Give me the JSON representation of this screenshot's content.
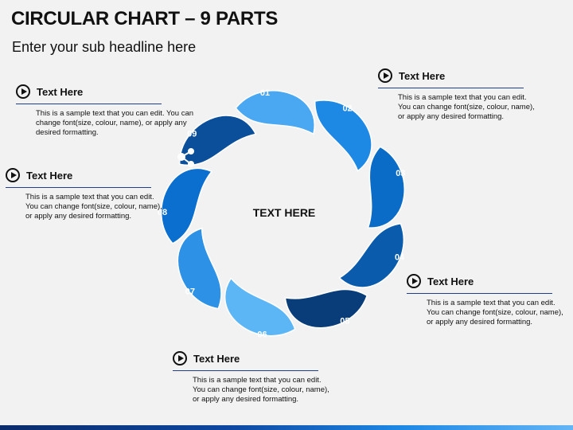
{
  "title": "CIRCULAR CHART – 9 PARTS",
  "subtitle": "Enter your sub headline here",
  "center_text": "TEXT HERE",
  "segments": [
    {
      "label": "01",
      "color": "#4aa8f2"
    },
    {
      "label": "02",
      "color": "#1e88e5"
    },
    {
      "label": "03",
      "color": "#0a6cc7"
    },
    {
      "label": "04",
      "color": "#0a5bab"
    },
    {
      "label": "05",
      "color": "#083d7a"
    },
    {
      "label": "06",
      "color": "#5cb6f5"
    },
    {
      "label": "07",
      "color": "#2d91e6"
    },
    {
      "label": "08",
      "color": "#0b6fcf"
    },
    {
      "label": "09",
      "color": "#0b4f9a"
    }
  ],
  "node_icon": "share-nodes-icon",
  "callouts": [
    {
      "heading": "Text Here",
      "body": "This is a sample text that you can edit. You can change font(size, colour, name), or apply any desired formatting.",
      "icon": "play-circle-icon"
    },
    {
      "heading": "Text Here",
      "body": "This is a sample text that you can edit. You can change font(size, colour, name), or apply any desired formatting.",
      "icon": "play-circle-icon"
    },
    {
      "heading": "Text Here",
      "body": "This is a sample text that you can edit. You can change font(size, colour, name), or apply any desired formatting.",
      "icon": "play-circle-icon"
    },
    {
      "heading": "Text Here",
      "body": "This is a sample text that you can edit. You can change font(size, colour, name), or apply any desired formatting.",
      "icon": "play-circle-icon"
    },
    {
      "heading": "Text Here",
      "body": "This is a sample text that you can edit. You can change font(size, colour, name), or apply any desired formatting.",
      "icon": "play-circle-icon"
    }
  ]
}
